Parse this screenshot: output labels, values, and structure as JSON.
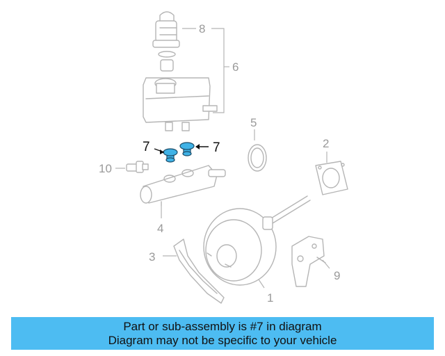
{
  "callouts": {
    "c1": "1",
    "c2": "2",
    "c3": "3",
    "c4": "4",
    "c5": "5",
    "c6": "6",
    "c7a": "7",
    "c7b": "7",
    "c8": "8",
    "c9": "9",
    "c10": "10"
  },
  "highlighted_part": "7",
  "colors": {
    "highlight": "#3fb2e6",
    "banner": "#4dbcf2",
    "line_art": "#b5b5b5"
  },
  "banner": {
    "line1": "Part or sub-assembly is #7 in diagram",
    "line2": "Diagram may not be specific to your vehicle"
  }
}
